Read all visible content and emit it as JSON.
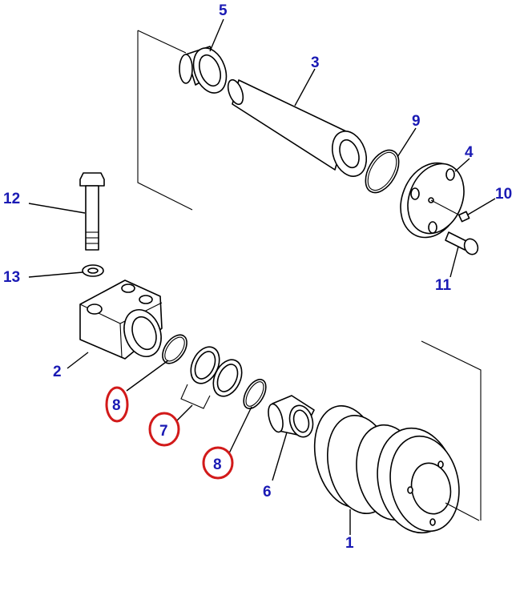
{
  "colors": {
    "label": "#1a1ab4",
    "highlight": "#d21a1a",
    "ink": "#000000"
  },
  "labels": [
    {
      "id": "5",
      "text": "5",
      "highlighted": false
    },
    {
      "id": "3",
      "text": "3",
      "highlighted": false
    },
    {
      "id": "9",
      "text": "9",
      "highlighted": false
    },
    {
      "id": "4",
      "text": "4",
      "highlighted": false
    },
    {
      "id": "10",
      "text": "10",
      "highlighted": false
    },
    {
      "id": "11",
      "text": "11",
      "highlighted": false
    },
    {
      "id": "12",
      "text": "12",
      "highlighted": false
    },
    {
      "id": "13",
      "text": "13",
      "highlighted": false
    },
    {
      "id": "2",
      "text": "2",
      "highlighted": false
    },
    {
      "id": "8a",
      "text": "8",
      "highlighted": true
    },
    {
      "id": "7",
      "text": "7",
      "highlighted": true
    },
    {
      "id": "8b",
      "text": "8",
      "highlighted": true
    },
    {
      "id": "6",
      "text": "6",
      "highlighted": false
    },
    {
      "id": "1",
      "text": "1",
      "highlighted": false
    }
  ]
}
